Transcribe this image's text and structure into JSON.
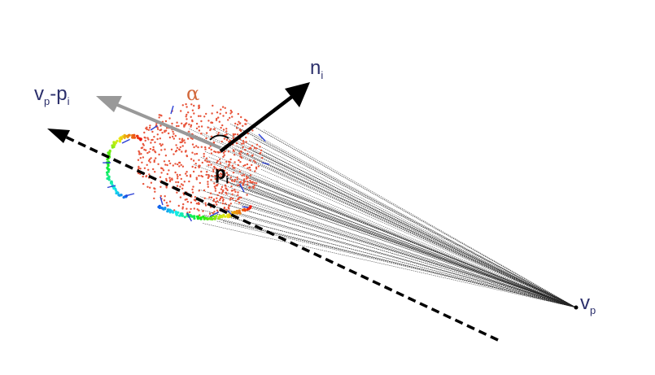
{
  "labels": {
    "view_minus_point": {
      "main": "v",
      "sub1": "p",
      "mid": "-p",
      "sub2": "i"
    },
    "normal": {
      "main": "n",
      "sub": "i"
    },
    "angle": "α",
    "point": {
      "main": "p",
      "sub": "i"
    },
    "viewpoint": {
      "main": "v",
      "sub": "p"
    }
  },
  "colors": {
    "label_text": "#2b2f6b",
    "alpha_text": "#d2693c",
    "gray_arrow": "#999999",
    "point_cloud": "#e8543a",
    "normals": "#2a3fd6",
    "rays": "#222222"
  },
  "icons": {
    "normal_arrow": "arrow-icon",
    "view_direction_arrow": "arrow-icon",
    "dashed_arrow": "dashed-arrow-icon"
  }
}
